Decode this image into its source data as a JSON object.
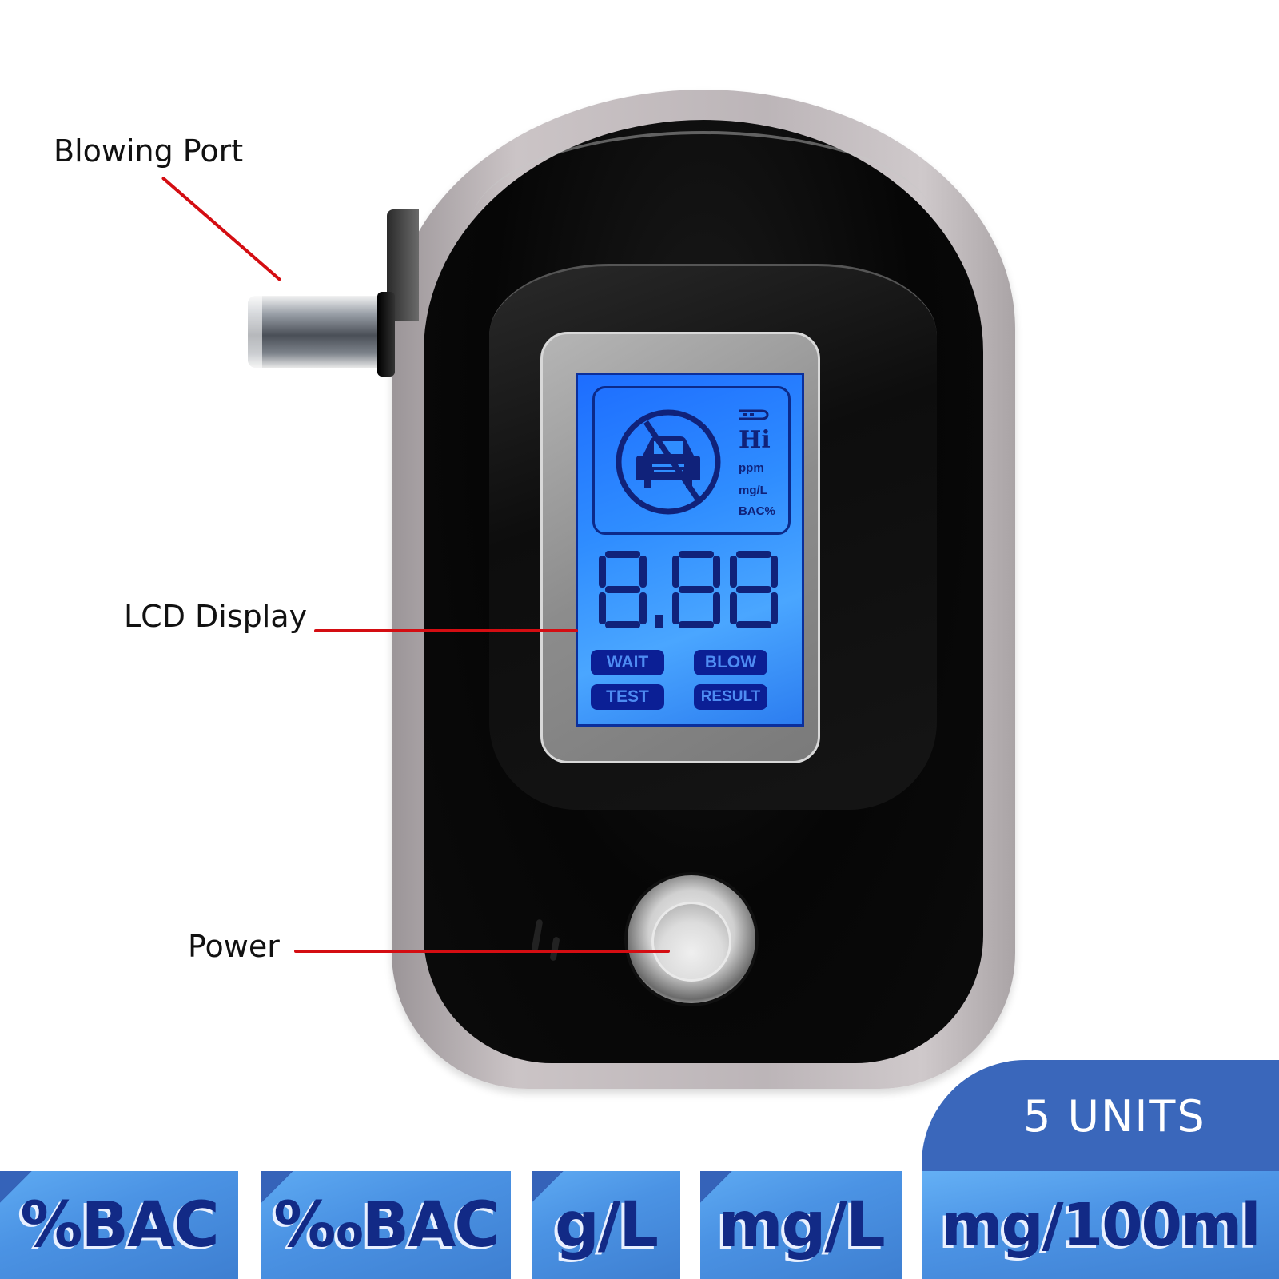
{
  "callouts": [
    {
      "label": "Blowing Port"
    },
    {
      "label": "LCD Display"
    },
    {
      "label": "Power"
    }
  ],
  "lcd": {
    "indicators": [
      "Hi",
      "ppm",
      "mg/L",
      "BAC%"
    ],
    "reading": "8.88",
    "status_badges": [
      "WAIT",
      "BLOW",
      "TEST",
      "RESULT"
    ],
    "icons": [
      "battery-icon",
      "no-drink-driving-icon"
    ]
  },
  "units_badge": {
    "label": "5 UNITS"
  },
  "units": [
    {
      "label": "%BAC"
    },
    {
      "label": "‰BAC"
    },
    {
      "label": "g/L"
    },
    {
      "label": "mg/L"
    },
    {
      "label": "mg/100ml"
    }
  ],
  "colors": {
    "leader_line": "#d40d12",
    "lcd_backlight": "#2f8dff",
    "lcd_segment": "#10227a",
    "unit_text": "#122a86",
    "units_badge_bg": "#3a67bb",
    "unit_tile_bg": "#4b93e4"
  }
}
